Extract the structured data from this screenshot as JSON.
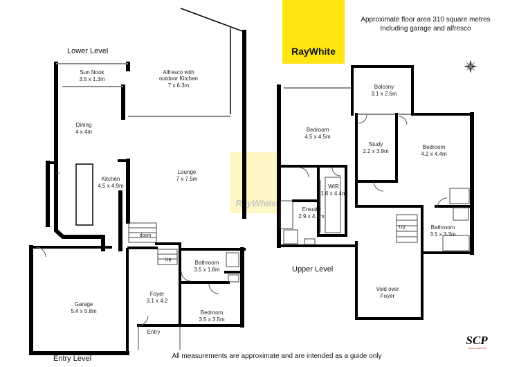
{
  "colors": {
    "logo_yellow": "#ffe512",
    "wall": "#000000",
    "watermark_yellow": "#fff3a0"
  },
  "header": {
    "area_line1": "Approximate floor area 310 square metres",
    "area_line2": "Including garage and alfresco"
  },
  "logo": {
    "text": "RayWhite"
  },
  "watermark": {
    "text": "RayWhite"
  },
  "levels": {
    "lower": "Lower Level",
    "upper": "Upper Level",
    "entry": "Entry Level"
  },
  "rooms": {
    "sun_nook": {
      "name": "Sun Nook",
      "dim": "3.5 x 1.3m"
    },
    "alfresco": {
      "name_line1": "Alfresco with",
      "name_line2": "outdoor Kitchen",
      "dim": "7 x 6.3m"
    },
    "dining": {
      "name": "Dining",
      "dim": "4 x 4m"
    },
    "kitchen": {
      "name": "Kitchen",
      "dim": "4.5 x 4.9m"
    },
    "lounge": {
      "name": "Lounge",
      "dim": "7 x 7.5m"
    },
    "garage": {
      "name": "Garage",
      "dim": "5.4 x 5.8m"
    },
    "foyer": {
      "name": "Foyer",
      "dim": "3.1 x 4.2"
    },
    "bathroom_lower": {
      "name": "Bathroom",
      "dim": "3.5 x 1.8m"
    },
    "bedroom_lower": {
      "name": "Bedroom",
      "dim": "3.5 x 3.5m"
    },
    "entry": {
      "name": "Entry"
    },
    "bedroom_upper_left": {
      "name": "Bedroom",
      "dim": "4.5 x 4.5m"
    },
    "balcony": {
      "name": "Balcony",
      "dim": "3.1 x 2.6m"
    },
    "study": {
      "name": "Study",
      "dim": "2.2 x 3.9m"
    },
    "bedroom_upper_right": {
      "name": "Bedroom",
      "dim": "4.2 x 4.4m"
    },
    "wir": {
      "name": "WIR",
      "dim": "1.6 x 4.4m"
    },
    "ensuite": {
      "name": "Ensuite",
      "dim": "2.9 x 4.4m"
    },
    "bathroom_upper": {
      "name": "Bathroom",
      "dim": "3.5 x 3.3m"
    },
    "void": {
      "name_line1": "Void over",
      "name_line2": "Foyer"
    }
  },
  "stairs": {
    "down": "down",
    "up_entry": "Up",
    "up_upper": "Up"
  },
  "footer": {
    "note": "All measurements are approximate and are intended as a guide only"
  },
  "brand_mark": {
    "text": "SCP",
    "sub": "south coast pix"
  }
}
